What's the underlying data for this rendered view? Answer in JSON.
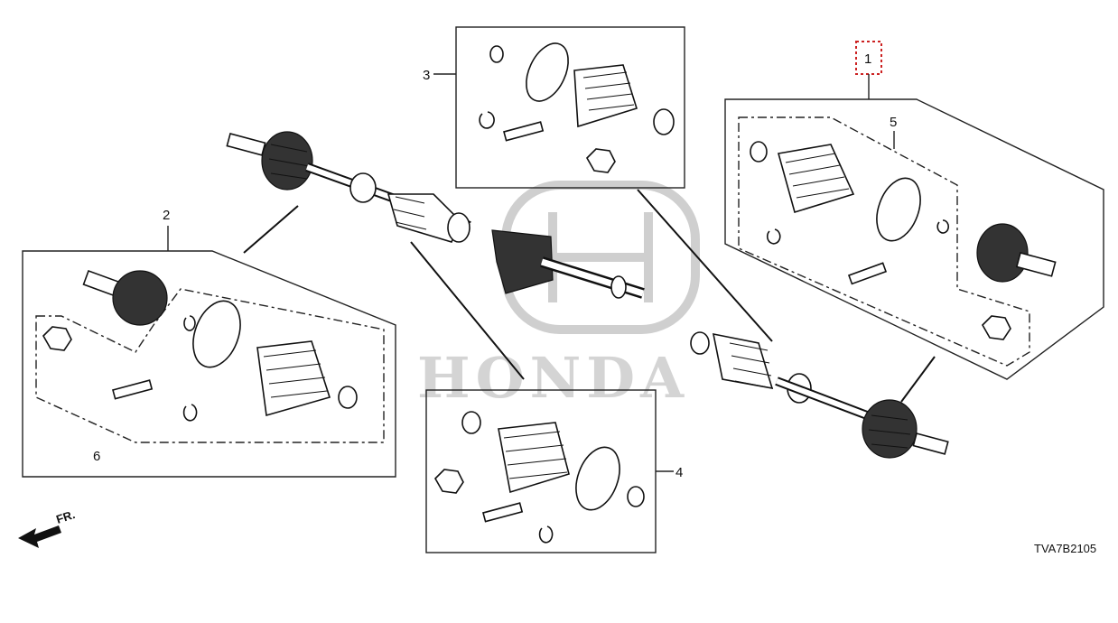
{
  "watermark": {
    "brand": "HONDA"
  },
  "callouts": {
    "c1": "1",
    "c2": "2",
    "c3": "3",
    "c4": "4",
    "c5": "5",
    "c6": "6"
  },
  "highlight_color": "#cc2222",
  "front_indicator": "FR.",
  "diagram_code": "TVA7B2105"
}
